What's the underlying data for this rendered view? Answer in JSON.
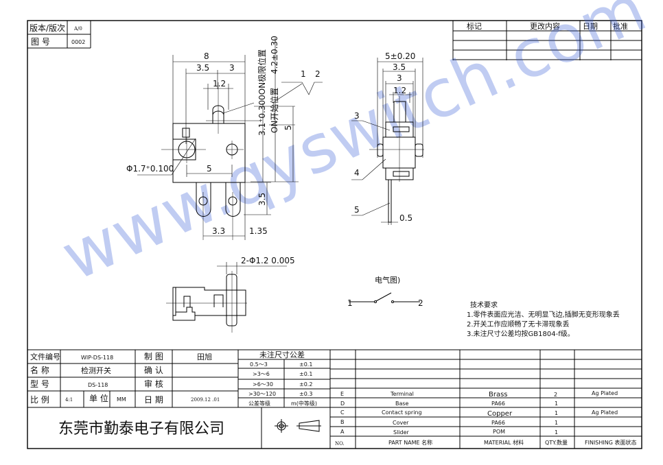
{
  "version_block": {
    "version_label": "版本/版次",
    "version_value": "A/0",
    "drawing_no_label": "图 号",
    "drawing_no_value": "0002"
  },
  "revision_table": {
    "headers": [
      "标记",
      "更改内容",
      "日期",
      "批准"
    ]
  },
  "main_view": {
    "dims": {
      "width_8": "8",
      "d3_5": "3.5",
      "d3": "3",
      "d1_2": "1.2",
      "on_limit": "3.1⁺0.300ON极限位置",
      "d4_2": "4.2±0.30",
      "on_start": "ON开始位置",
      "d5_v": "5",
      "hole_dia": "Φ1.7⁺0.100",
      "d5_h": "5",
      "d3_5_v": "3.5",
      "d3_3": "3.3",
      "d1_35": "1.35",
      "pos1": "1",
      "pos2": "2"
    }
  },
  "side_view": {
    "dims": {
      "w5": "5±0.20",
      "w3_5": "3.5",
      "w3": "3",
      "w1_2": "1.2",
      "w0_5": "0.5"
    },
    "callouts": [
      "3",
      "4",
      "5"
    ]
  },
  "bottom_view": {
    "pin_dim": "2-Φ1.2 0.005"
  },
  "electrical": {
    "title": "电气图)",
    "term1": "1",
    "term2": "2"
  },
  "tech_requirements": {
    "title": "技术要求",
    "items": [
      "1.零件表面应光洁、无明显飞边,插脚无变形现象丢",
      "2.开关工作应顺畅了无卡滞现象丢",
      "3.未注尺寸公差均按GB1804-f级。"
    ]
  },
  "title_block": {
    "file_no_label": "文件编号",
    "file_no": "WIP-DS-118",
    "name_label": "名 称",
    "name": "检测开关",
    "model_label": "型 号",
    "model": "DS-118",
    "scale_label": "比 例",
    "scale": "4:1",
    "unit_label": "单 位",
    "unit": "MM",
    "drawn_label": "制 图",
    "drawn_by": "田旭",
    "confirm_label": "确 认",
    "confirm": "",
    "review_label": "审 核",
    "review": "",
    "date_label": "日 期",
    "date": "2009.12 .01",
    "company": "东莞市勤泰电子有限公司"
  },
  "tolerance_table": {
    "title": "未注尺寸公差",
    "rows": [
      [
        "0.5～3",
        "±0.1"
      ],
      [
        ">3～6",
        "±0.1"
      ],
      [
        ">6～30",
        "±0.2"
      ],
      [
        ">30～120",
        "±0.3"
      ]
    ],
    "grade_label": "公差等级",
    "grade": "m(中等级)"
  },
  "parts_table": {
    "headers": {
      "no": "NO.",
      "part": "PART NAME 名称",
      "material": "MATERIAL 材料",
      "qty": "QTY.数量",
      "finish": "FINISHING 表面状态"
    },
    "rows": [
      {
        "no": "E",
        "part": "Terminal",
        "material": "Brass",
        "qty": "2",
        "finish": "Ag Plated"
      },
      {
        "no": "D",
        "part": "Base",
        "material": "PA66",
        "qty": "1",
        "finish": ""
      },
      {
        "no": "C",
        "part": "Contact spring",
        "material": "Copper",
        "qty": "1",
        "finish": "Ag Plated"
      },
      {
        "no": "B",
        "part": "Cover",
        "material": "PA66",
        "qty": "1",
        "finish": ""
      },
      {
        "no": "A",
        "part": "Slider",
        "material": "POM",
        "qty": "1",
        "finish": ""
      }
    ]
  },
  "watermark": "www.qyswitch.com"
}
